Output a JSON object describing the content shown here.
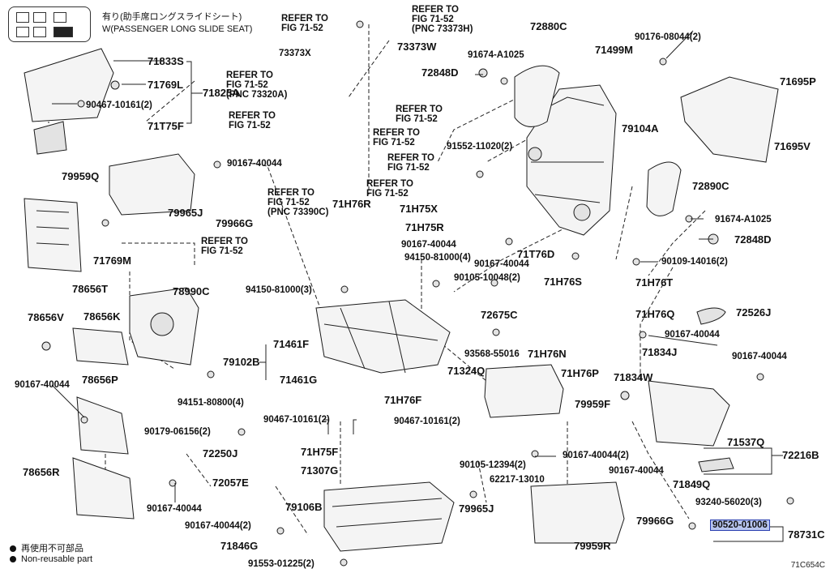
{
  "header": {
    "jp": "有り(助手席ロングスライドシート)",
    "en": "W(PASSENGER LONG SLIDE SEAT)"
  },
  "labels": [
    {
      "id": "refer-1",
      "text": "REFER TO\nFIG 71-52"
    },
    {
      "id": "refer-2",
      "text": "REFER TO\nFIG 71-52\n(PNC 73373H)"
    },
    {
      "id": "p72880C",
      "text": "72880C"
    },
    {
      "id": "p73373X",
      "text": "73373X"
    },
    {
      "id": "p73373W",
      "text": "73373W"
    },
    {
      "id": "p90176-08044",
      "text": "90176-08044(2)"
    },
    {
      "id": "p91674-A1025a",
      "text": "91674-A1025"
    },
    {
      "id": "p71499M",
      "text": "71499M"
    },
    {
      "id": "p72848Da",
      "text": "72848D"
    },
    {
      "id": "p71833S",
      "text": "71833S"
    },
    {
      "id": "p71769L",
      "text": "71769L"
    },
    {
      "id": "p71825A",
      "text": "71825A"
    },
    {
      "id": "p90467-10161a",
      "text": "90467-10161(2)"
    },
    {
      "id": "p71T75F",
      "text": "71T75F"
    },
    {
      "id": "refer-3",
      "text": "REFER TO\nFIG 71-52\n(PNC 73320A)"
    },
    {
      "id": "refer-4",
      "text": "REFER TO\nFIG 71-52"
    },
    {
      "id": "refer-5",
      "text": "REFER TO\nFIG 71-52"
    },
    {
      "id": "refer-6",
      "text": "REFER TO\nFIG 71-52"
    },
    {
      "id": "refer-7",
      "text": "REFER TO\nFIG 71-52"
    },
    {
      "id": "refer-8",
      "text": "REFER TO\nFIG 71-52"
    },
    {
      "id": "p71695P",
      "text": "71695P"
    },
    {
      "id": "p79104A",
      "text": "79104A"
    },
    {
      "id": "p71695V",
      "text": "71695V"
    },
    {
      "id": "p91552-11020",
      "text": "91552-11020(2)"
    },
    {
      "id": "p79959Q",
      "text": "79959Q"
    },
    {
      "id": "p90167-40044a",
      "text": "90167-40044"
    },
    {
      "id": "p72890C",
      "text": "72890C"
    },
    {
      "id": "refer-9",
      "text": "REFER TO\nFIG 71-52\n(PNC 73390C)"
    },
    {
      "id": "p71H76R",
      "text": "71H76R"
    },
    {
      "id": "p71H75X",
      "text": "71H75X"
    },
    {
      "id": "p79965Ja",
      "text": "79965J"
    },
    {
      "id": "p79966Ga",
      "text": "79966G"
    },
    {
      "id": "p71H75R",
      "text": "71H75R"
    },
    {
      "id": "p91674-A1025b",
      "text": "91674-A1025"
    },
    {
      "id": "p72848Db",
      "text": "72848D"
    },
    {
      "id": "refer-10",
      "text": "REFER TO\nFIG 71-52"
    },
    {
      "id": "p90167-40044b",
      "text": "90167-40044"
    },
    {
      "id": "p90167-40044c",
      "text": "90167-40044"
    },
    {
      "id": "p71T76D",
      "text": "71T76D"
    },
    {
      "id": "p90109-14016",
      "text": "90109-14016(2)"
    },
    {
      "id": "p71769M",
      "text": "71769M"
    },
    {
      "id": "p94150-81000a",
      "text": "94150-81000(4)"
    },
    {
      "id": "p78656T",
      "text": "78656T"
    },
    {
      "id": "p90105-10048",
      "text": "90105-10048(2)"
    },
    {
      "id": "p71H76S",
      "text": "71H76S"
    },
    {
      "id": "p71H76T",
      "text": "71H76T"
    },
    {
      "id": "p78990C",
      "text": "78990C"
    },
    {
      "id": "p94150-81000b",
      "text": "94150-81000(3)"
    },
    {
      "id": "p72675C",
      "text": "72675C"
    },
    {
      "id": "p72526J",
      "text": "72526J"
    },
    {
      "id": "p71H76Q",
      "text": "71H76Q"
    },
    {
      "id": "p78656V",
      "text": "78656V"
    },
    {
      "id": "p78656K",
      "text": "78656K"
    },
    {
      "id": "p90167-40044d",
      "text": "90167-40044"
    },
    {
      "id": "p71461F",
      "text": "71461F"
    },
    {
      "id": "p93568-55016",
      "text": "93568-55016"
    },
    {
      "id": "p71H76N",
      "text": "71H76N"
    },
    {
      "id": "p71834J",
      "text": "71834J"
    },
    {
      "id": "p90167-40044e",
      "text": "90167-40044"
    },
    {
      "id": "p79102B",
      "text": "79102B"
    },
    {
      "id": "p71324Q",
      "text": "71324Q"
    },
    {
      "id": "p71H76P",
      "text": "71H76P"
    },
    {
      "id": "p71834W",
      "text": "71834W"
    },
    {
      "id": "p71461G",
      "text": "71461G"
    },
    {
      "id": "p90167-40044f",
      "text": "90167-40044"
    },
    {
      "id": "p78656P",
      "text": "78656P"
    },
    {
      "id": "p94151-80800",
      "text": "94151-80800(4)"
    },
    {
      "id": "p71H76F",
      "text": "71H76F"
    },
    {
      "id": "p79959F",
      "text": "79959F"
    },
    {
      "id": "p90467-10161b",
      "text": "90467-10161(2)"
    },
    {
      "id": "p90467-10161c",
      "text": "90467-10161(2)"
    },
    {
      "id": "p90179-06156",
      "text": "90179-06156(2)"
    },
    {
      "id": "p71H75F",
      "text": "71H75F"
    },
    {
      "id": "p71537Q",
      "text": "71537Q"
    },
    {
      "id": "p72250J",
      "text": "72250J"
    },
    {
      "id": "p90167-40044g",
      "text": "90167-40044(2)"
    },
    {
      "id": "p72216B",
      "text": "72216B"
    },
    {
      "id": "p78656R",
      "text": "78656R"
    },
    {
      "id": "p71307G",
      "text": "71307G"
    },
    {
      "id": "p90105-12394",
      "text": "90105-12394(2)"
    },
    {
      "id": "p90167-40044h",
      "text": "90167-40044"
    },
    {
      "id": "p72057E",
      "text": "72057E"
    },
    {
      "id": "p62217-13010",
      "text": "62217-13010"
    },
    {
      "id": "p71849Q",
      "text": "71849Q"
    },
    {
      "id": "p90167-40044i",
      "text": "90167-40044"
    },
    {
      "id": "p93240-56020",
      "text": "93240-56020(3)"
    },
    {
      "id": "p79106B",
      "text": "79106B"
    },
    {
      "id": "p79965Jb",
      "text": "79965J"
    },
    {
      "id": "p79966Gb",
      "text": "79966G"
    },
    {
      "id": "p90167-40044j",
      "text": "90167-40044(2)"
    },
    {
      "id": "p90520-01006",
      "text": "90520-01006"
    },
    {
      "id": "p78731C",
      "text": "78731C"
    },
    {
      "id": "p71846G",
      "text": "71846G"
    },
    {
      "id": "p79959R",
      "text": "79959R"
    },
    {
      "id": "p91553-01225",
      "text": "91553-01225(2)"
    }
  ],
  "legend": {
    "jp": "再使用不可部品",
    "en": "Non-reusable part"
  },
  "figure_code": "71C654C"
}
